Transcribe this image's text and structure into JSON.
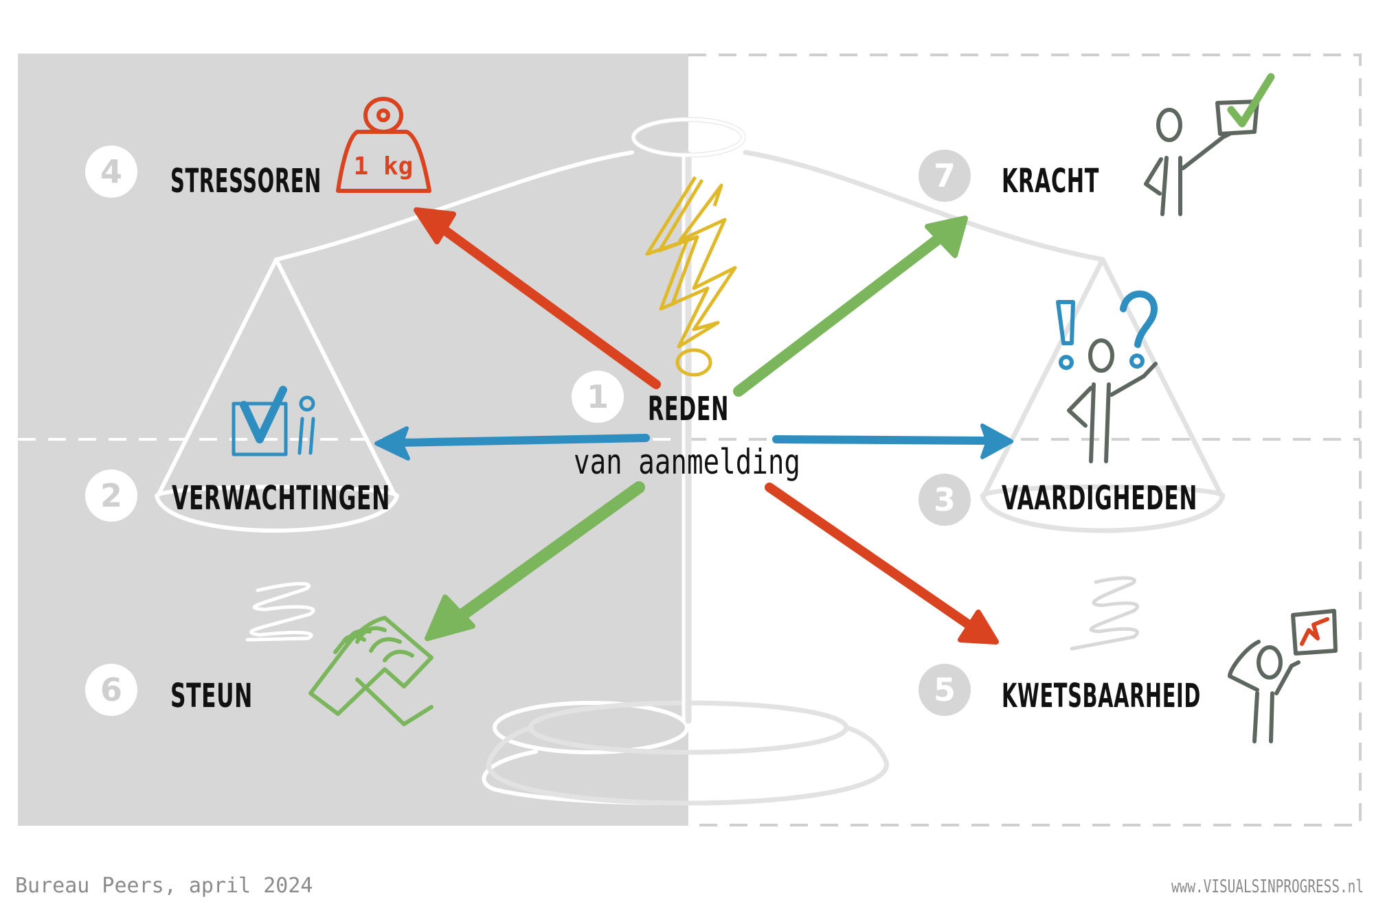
{
  "center": {
    "line1": "REDEN",
    "line2": "van aanmelding",
    "number": "1"
  },
  "items": [
    {
      "number": "4",
      "label": "STRESSOREN"
    },
    {
      "number": "2",
      "label": "VERWACHTINGEN"
    },
    {
      "number": "6",
      "label": "STEUN"
    },
    {
      "number": "7",
      "label": "KRACHT"
    },
    {
      "number": "3",
      "label": "VAARDIGHEDEN"
    },
    {
      "number": "5",
      "label": "KWETSBAARHEID"
    }
  ],
  "weight_label": "1 kg",
  "footer": {
    "left": "Bureau Peers, april 2024",
    "right": "www.VISUALSINPROGRESS.nl"
  },
  "colors": {
    "left_panel": "#d7d7d7",
    "scale_outline": "#e4e4e4",
    "dashed": "#cfcfcf",
    "red": "#d9431f",
    "green": "#7cb65c",
    "blue": "#2f8ec0",
    "yellow": "#e0b92a",
    "figure": "#5e6660",
    "number_circle": "#ffffff",
    "number_text": "#cfcfcf"
  }
}
